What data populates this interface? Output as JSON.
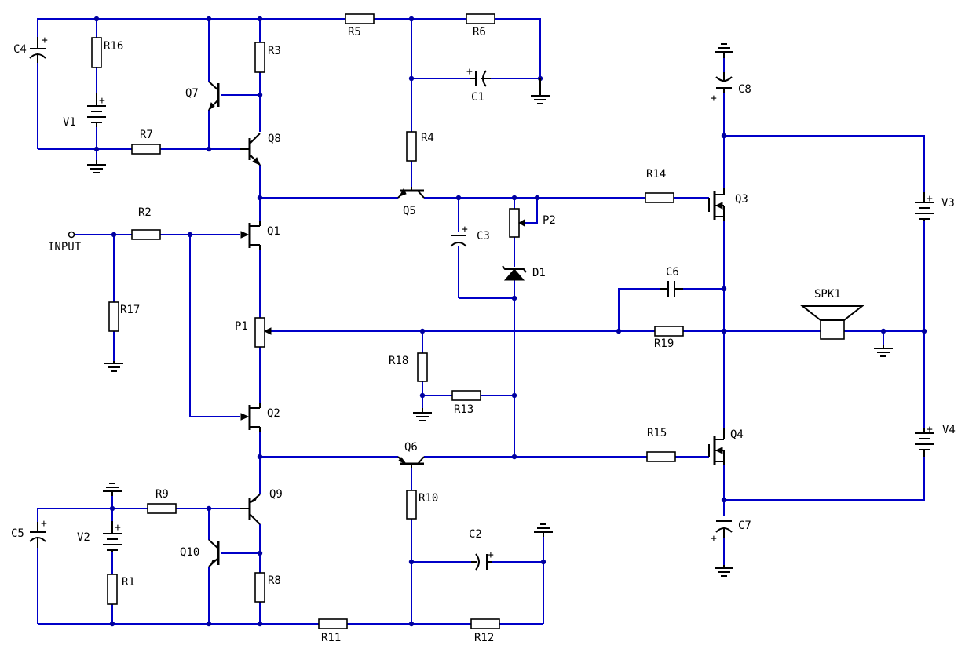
{
  "labels": {
    "C4": "C4",
    "R16": "R16",
    "V1": "V1",
    "R7": "R7",
    "Q7": "Q7",
    "R3": "R3",
    "Q8": "Q8",
    "R5": "R5",
    "R6": "R6",
    "C1": "C1",
    "R4": "R4",
    "Q5": "Q5",
    "C3": "C3",
    "P2": "P2",
    "D1": "D1",
    "R14": "R14",
    "Q3": "Q3",
    "C8": "C8",
    "V3": "V3",
    "INPUT": "INPUT",
    "R2": "R2",
    "Q1": "Q1",
    "R17": "R17",
    "P1": "P1",
    "C6": "C6",
    "R19": "R19",
    "SPK1": "SPK1",
    "R18": "R18",
    "R13": "R13",
    "Q2": "Q2",
    "R15": "R15",
    "Q4": "Q4",
    "V4": "V4",
    "Q6": "Q6",
    "Q9": "Q9",
    "R9": "R9",
    "C5": "C5",
    "V2": "V2",
    "Q10": "Q10",
    "R10": "R10",
    "C2": "C2",
    "C7": "C7",
    "R1": "R1",
    "R8": "R8",
    "R11": "R11",
    "R12": "R12"
  },
  "plus": "+"
}
